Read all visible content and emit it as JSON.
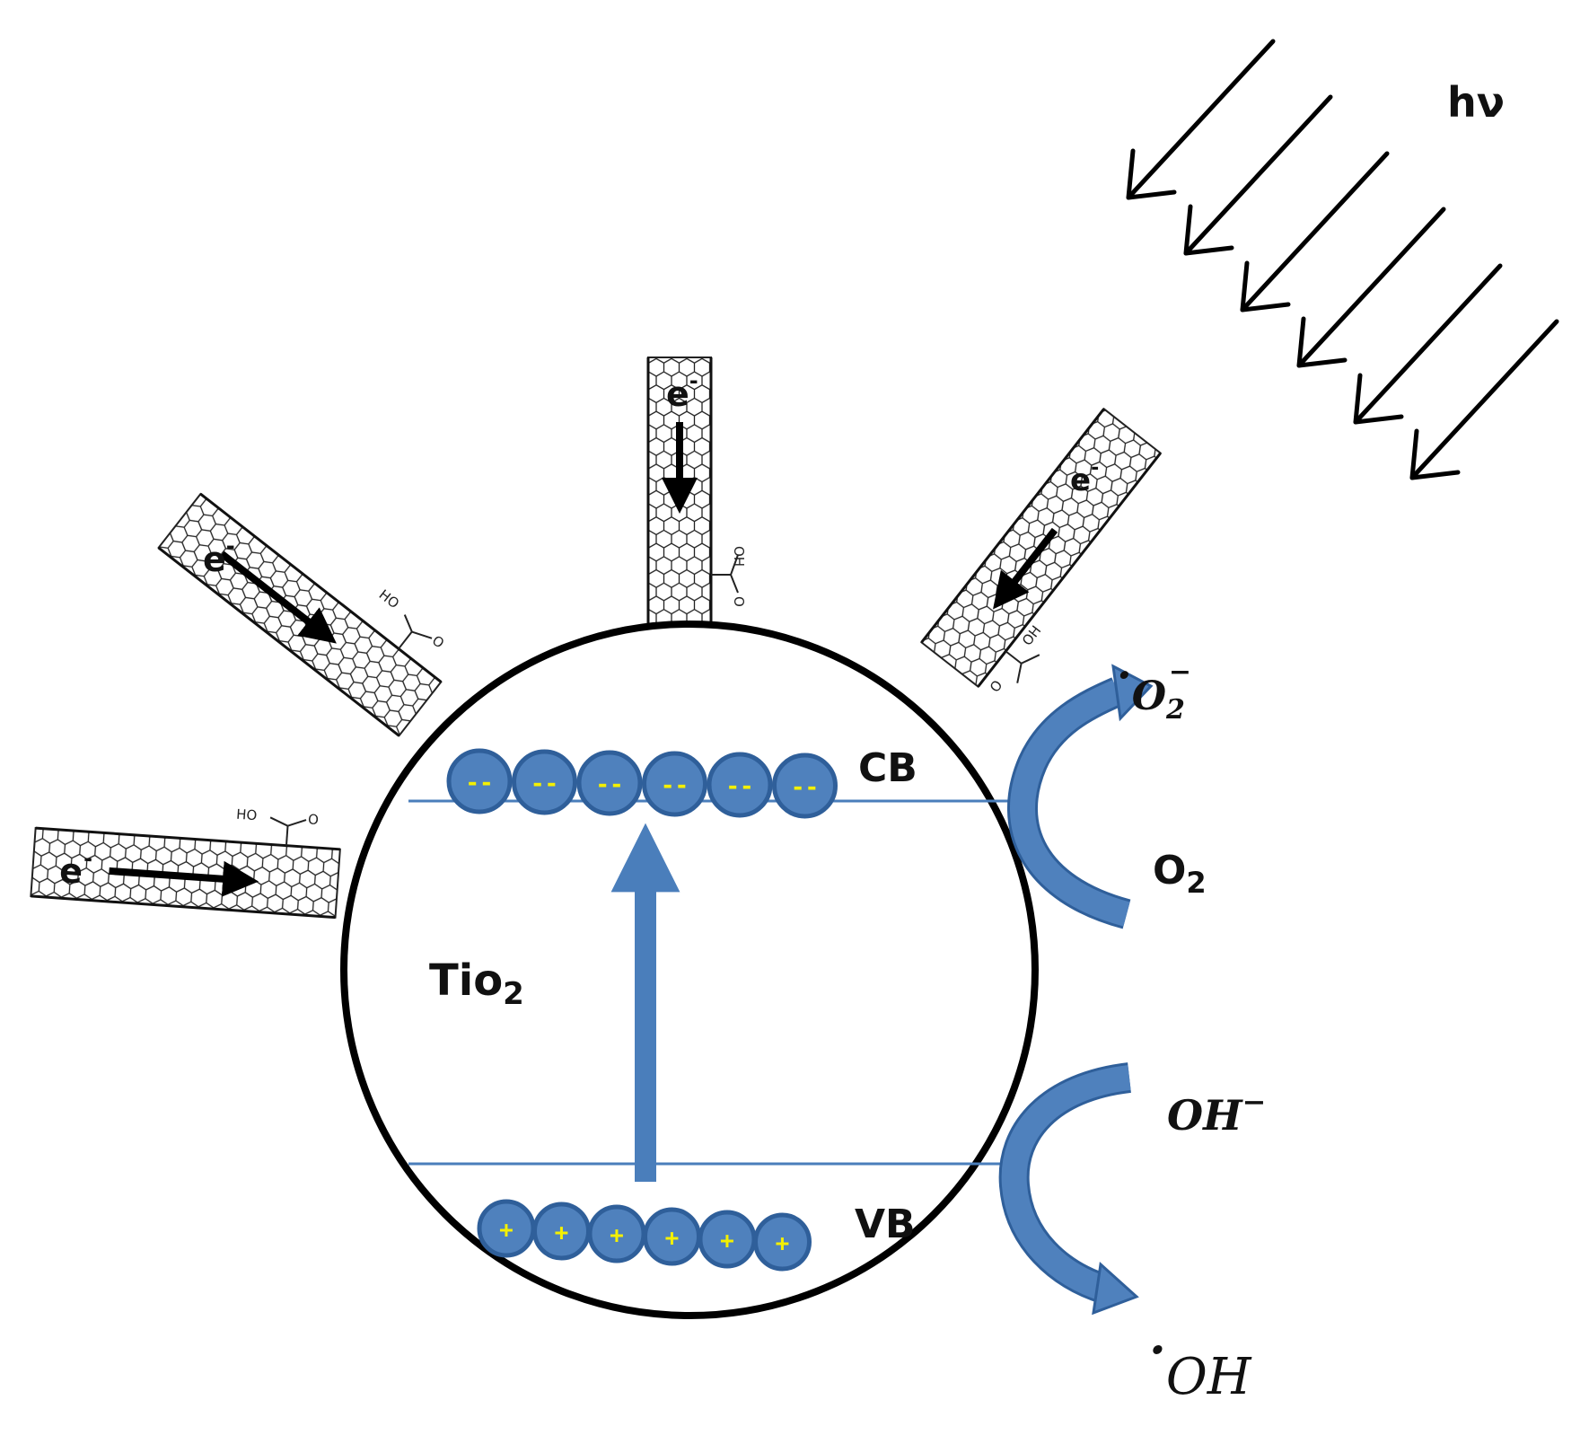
{
  "light": {
    "label": "hν"
  },
  "particle": {
    "label": "Tio",
    "label_sub": "2"
  },
  "bands": {
    "cb_label": "CB",
    "vb_label": "VB"
  },
  "carriers": {
    "electron_charges": [
      "--",
      "--",
      "--",
      "--",
      "--",
      "--"
    ],
    "hole_charges": [
      "+",
      "+",
      "+",
      "+",
      "+",
      "+"
    ]
  },
  "nanotubes": {
    "electron_label": "e",
    "electron_sup": "-",
    "carboxyl_label": "HO",
    "carboxyl_o": "O",
    "carboxyl_oh": "OH"
  },
  "reactions": {
    "oxygen": "O",
    "oxygen_sub": "2",
    "superoxide_dot": "·",
    "superoxide": "O",
    "superoxide_sub": "2",
    "superoxide_sup": "−",
    "hydroxide": "OH",
    "hydroxide_sup": "−",
    "hydroxyl_dot": "·",
    "hydroxyl": "OH"
  },
  "colors": {
    "band_blue": "#4a7ebb",
    "sphere_fill": "#4f81bd",
    "sphere_stroke": "#2f5f9a",
    "charge_yellow": "#f4f000",
    "outline": "#000000"
  }
}
